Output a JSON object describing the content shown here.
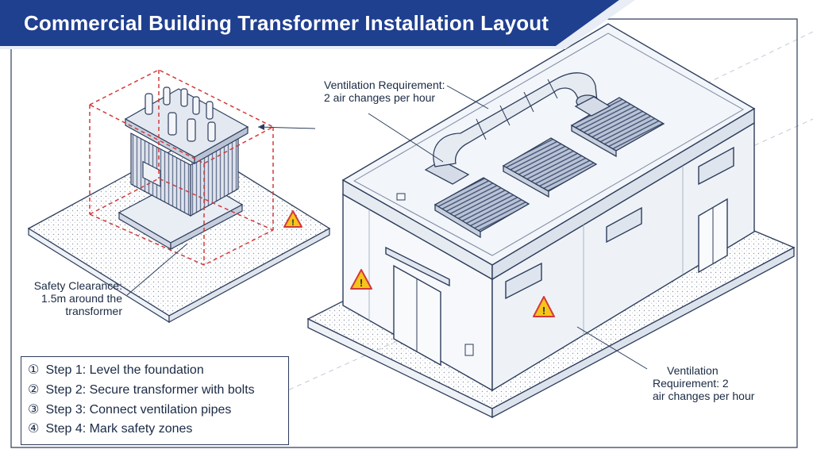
{
  "title": "Commercial Building Transformer Installation Layout",
  "labels": {
    "ventilation_top_1": "Ventilation Requirement:",
    "ventilation_top_2": "2 air changes per hour",
    "safety_1": "Safety Clearance:",
    "safety_2": "1.5m around the",
    "safety_3": "transformer",
    "ventilation_bottom_1": "Ventilation",
    "ventilation_bottom_2": "Requirement: 2",
    "ventilation_bottom_3": "air changes per hour"
  },
  "steps": [
    {
      "num": "①",
      "text": "Step 1: Level the foundation"
    },
    {
      "num": "②",
      "text": "Step 2: Secure transformer with bolts"
    },
    {
      "num": "③",
      "text": "Step 3: Connect ventilation pipes"
    },
    {
      "num": "④",
      "text": "Step 4: Mark safety zones"
    }
  ],
  "colors": {
    "title_bar": "#1f3f8f",
    "line": "#2d3d5c",
    "clearance": "#d23a3a",
    "warning_fill": "#f5c518",
    "warning_border": "#d23a3a"
  }
}
